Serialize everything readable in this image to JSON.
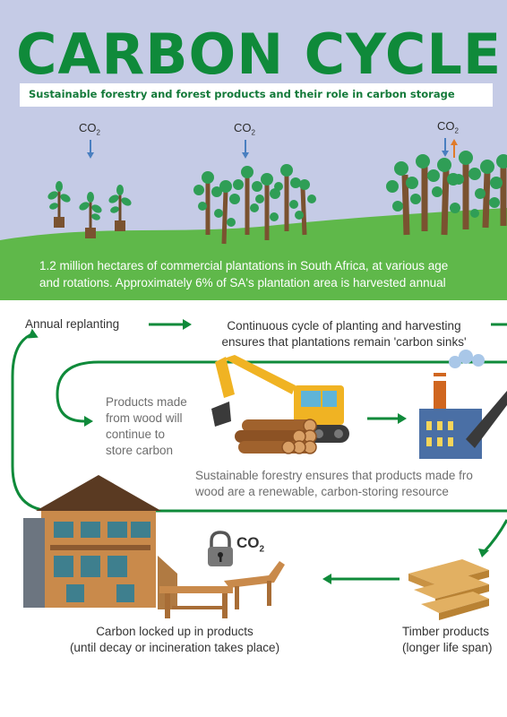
{
  "header": {
    "title": "CARBON CYCLE",
    "subtitle": "Sustainable forestry and forest products and their role in carbon storage"
  },
  "co2": {
    "main": "CO",
    "sub": "2"
  },
  "plantation": {
    "line1": "1.2 million hectares of commercial plantations in South Africa, at various age",
    "line2": "and rotations. Approximately 6% of SA's plantation area is harvested annual"
  },
  "cycle": {
    "annual_replanting": "Annual replanting",
    "continuous_line1": "Continuous cycle of planting and harvesting",
    "continuous_line2": "ensures that plantations remain 'carbon sinks'",
    "products_line1": "Products made",
    "products_line2": "from wood will",
    "products_line3": "continue to",
    "products_line4": "store carbon",
    "sustainable_line1": "Sustainable forestry ensures that products made fro",
    "sustainable_line2": "wood are a renewable, carbon-storing resource",
    "locked_line1": "Carbon locked up in products",
    "locked_line2": "(until decay or incineration takes place)",
    "timber_line1": "Timber products",
    "timber_line2": "(longer life span)"
  },
  "colors": {
    "green": "#0f8a3a",
    "sky": "#c5cbe6",
    "grass": "#5fb84a",
    "arrow_blue": "#4a7fc0",
    "arrow_orange": "#e07b2a"
  }
}
